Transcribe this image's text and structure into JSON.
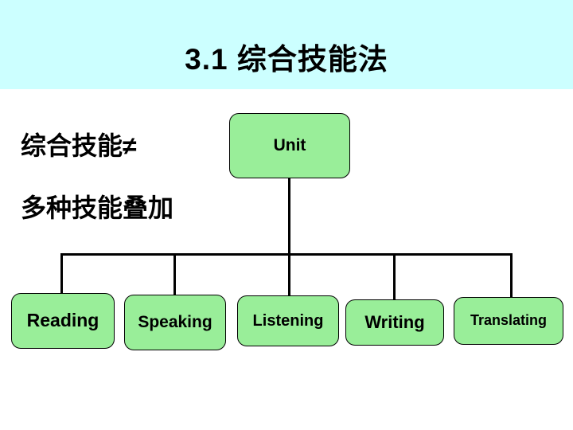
{
  "slide": {
    "title": "3.1 综合技能法",
    "background_color": "#ffffff",
    "title_band_color": "#ccffff",
    "node_fill_color": "#99ee99",
    "node_border_color": "#000000"
  },
  "lead": {
    "line1": "综合技能≠",
    "line2": "多种技能叠加"
  },
  "diagram": {
    "root": {
      "label": "Unit"
    },
    "children": [
      {
        "label": "Reading"
      },
      {
        "label": "Speaking"
      },
      {
        "label": "Listening"
      },
      {
        "label": "Writing"
      },
      {
        "label": "Translating"
      }
    ]
  }
}
